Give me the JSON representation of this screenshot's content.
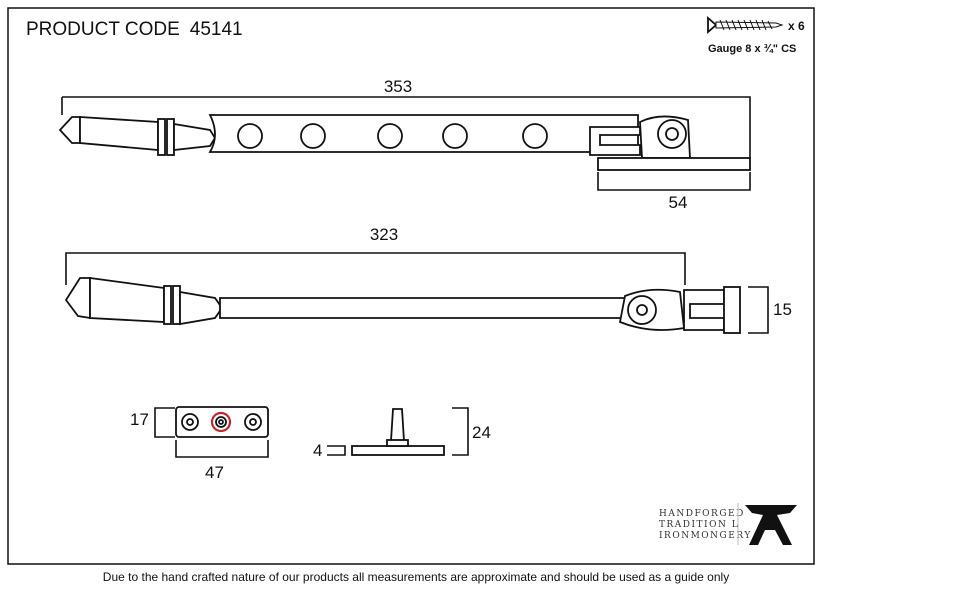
{
  "header": {
    "product_code_label": "PRODUCT CODE",
    "product_code": "45141"
  },
  "screws": {
    "quantity": "x 6",
    "gauge": "Gauge 8 x ¾\" CS"
  },
  "dimensions": {
    "stay_length": "353",
    "bracket_length": "54",
    "pin_stay_length": "323",
    "pin_height": "15",
    "plate_height": "17",
    "plate_width": "47",
    "staple_base": "4",
    "staple_height": "24"
  },
  "logo": {
    "line1": "HANDFORGED",
    "line2": "TRADITION L",
    "line3": "IRONMONGERY"
  },
  "footer": {
    "disclaimer": "Due to the hand crafted nature of our products all measurements are approximate and should be used as a guide only"
  }
}
